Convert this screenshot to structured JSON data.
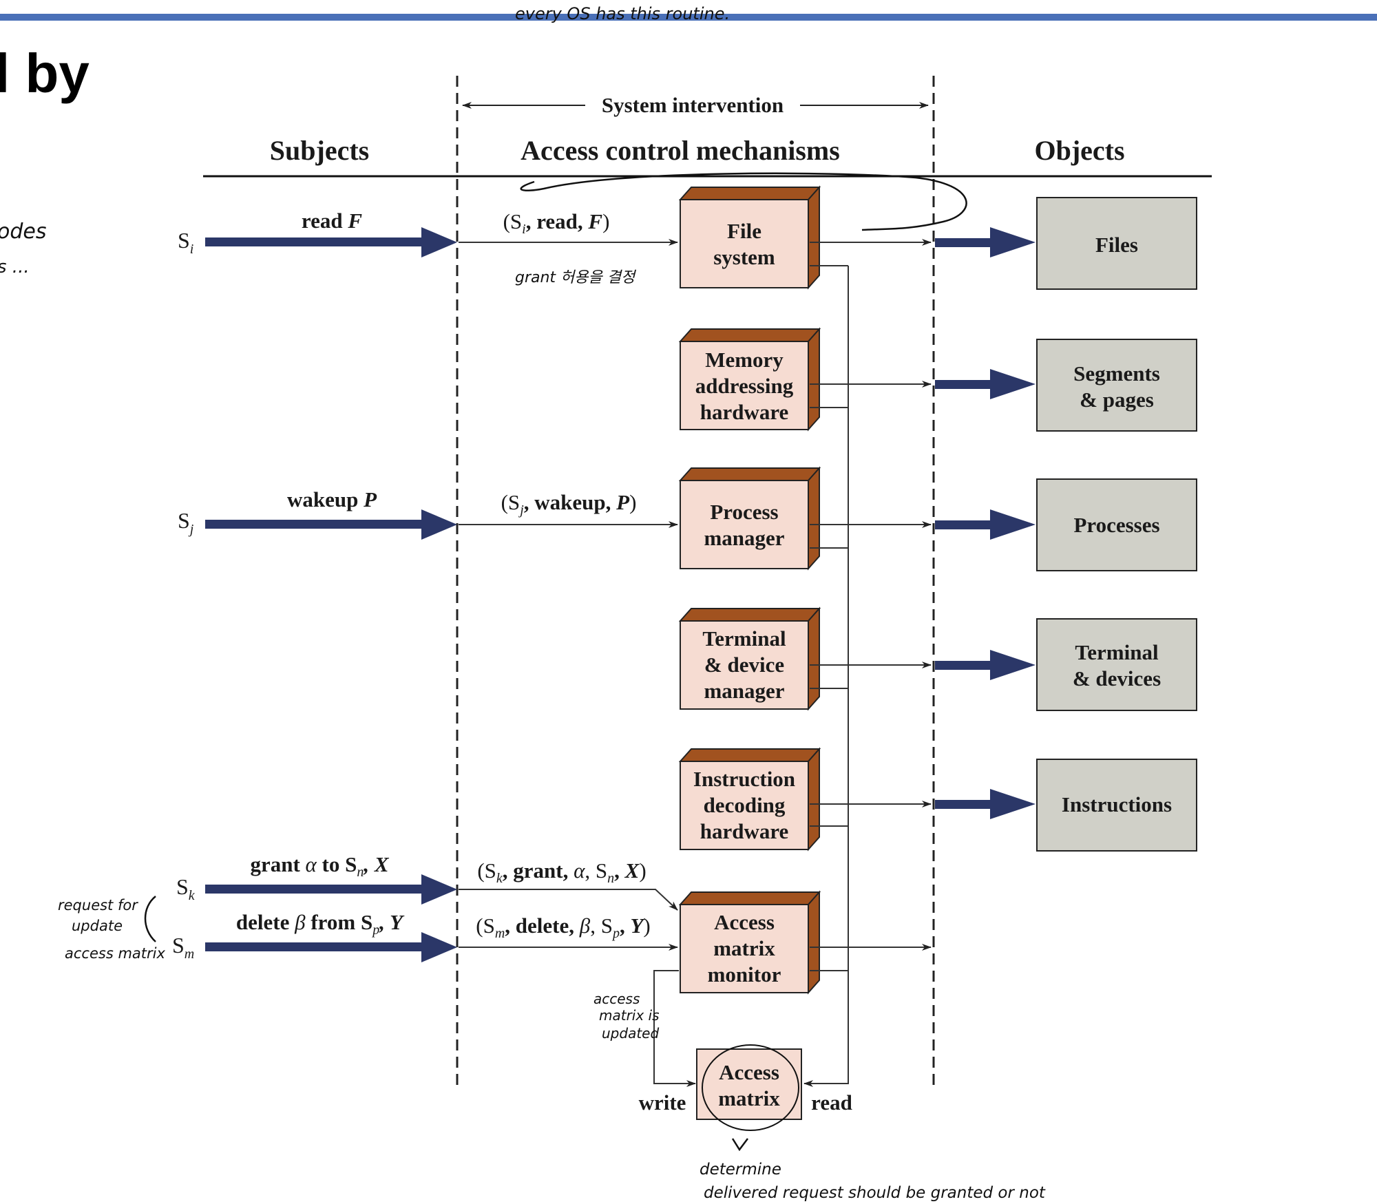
{
  "slide": {
    "title_fragment": "l by",
    "top_bar_color": "#4a70b8"
  },
  "annotations": {
    "top": "every OS has this routine.",
    "left1": "odes",
    "left2": "s ...",
    "grant_note": "grant 허용을 결정",
    "request_note_1": "request for",
    "request_note_2": "update",
    "request_note_3": "access matrix",
    "matrix_note_1": "access",
    "matrix_note_2": "matrix is",
    "matrix_note_3": "updated",
    "bottom_1": "determine",
    "bottom_2": "delivered request   should be   granted or not"
  },
  "diagram": {
    "header": {
      "intervention": "System intervention",
      "subjects": "Subjects",
      "mechanisms": "Access control mechanisms",
      "objects": "Objects"
    },
    "subjects": {
      "si": "S",
      "si_sub": "i",
      "sj": "S",
      "sj_sub": "j",
      "sk": "S",
      "sk_sub": "k",
      "sm": "S",
      "sm_sub": "m"
    },
    "requests": {
      "read_prefix": "read ",
      "read_obj": "F",
      "wakeup_prefix": "wakeup ",
      "wakeup_obj": "P",
      "grant_prefix": "grant ",
      "grant_alpha": "α",
      "grant_mid": " to S",
      "grant_sub": "n",
      "grant_obj": ", X",
      "delete_prefix": "delete ",
      "delete_beta": "β",
      "delete_mid": " from S",
      "delete_sub": "p",
      "delete_obj": ", Y"
    },
    "messages": {
      "read_open": "(S",
      "read_sub": "i",
      "read_rest": ", read, ",
      "read_obj": "F",
      "read_close": ")",
      "wakeup_open": "(S",
      "wakeup_sub": "j",
      "wakeup_rest": ", wakeup, ",
      "wakeup_obj": "P",
      "wakeup_close": ")",
      "grant_open": "(S",
      "grant_sub": "k",
      "grant_rest": ", grant, ",
      "grant_alpha": "α",
      "grant_mid": ", S",
      "grant_sub2": "n",
      "grant_end": ", ",
      "grant_obj": "X",
      "grant_close": ")",
      "delete_open": "(S",
      "delete_sub": "m",
      "delete_rest": ", delete, ",
      "delete_beta": "β",
      "delete_mid": ", S",
      "delete_sub2": "p",
      "delete_end": ", ",
      "delete_obj": "Y",
      "delete_close": ")"
    },
    "mechanisms": [
      [
        "File",
        "system"
      ],
      [
        "Memory",
        "addressing",
        "hardware"
      ],
      [
        "Process",
        "manager"
      ],
      [
        "Terminal",
        "& device",
        "manager"
      ],
      [
        "Instruction",
        "decoding",
        "hardware"
      ],
      [
        "Access",
        "matrix",
        "monitor"
      ]
    ],
    "matrix": [
      "Access",
      "matrix"
    ],
    "matrix_labels": {
      "write": "write",
      "read": "read"
    },
    "objects": [
      [
        "Files"
      ],
      [
        "Segments",
        "& pages"
      ],
      [
        "Processes"
      ],
      [
        "Terminal",
        "& devices"
      ],
      [
        "Instructions"
      ]
    ],
    "colors": {
      "thick_arrow": "#2b3768",
      "mechanism_face": "#f6dcd2",
      "mechanism_side": "#a1521f",
      "object_fill": "#d0d0c8",
      "line": "#333333"
    }
  }
}
